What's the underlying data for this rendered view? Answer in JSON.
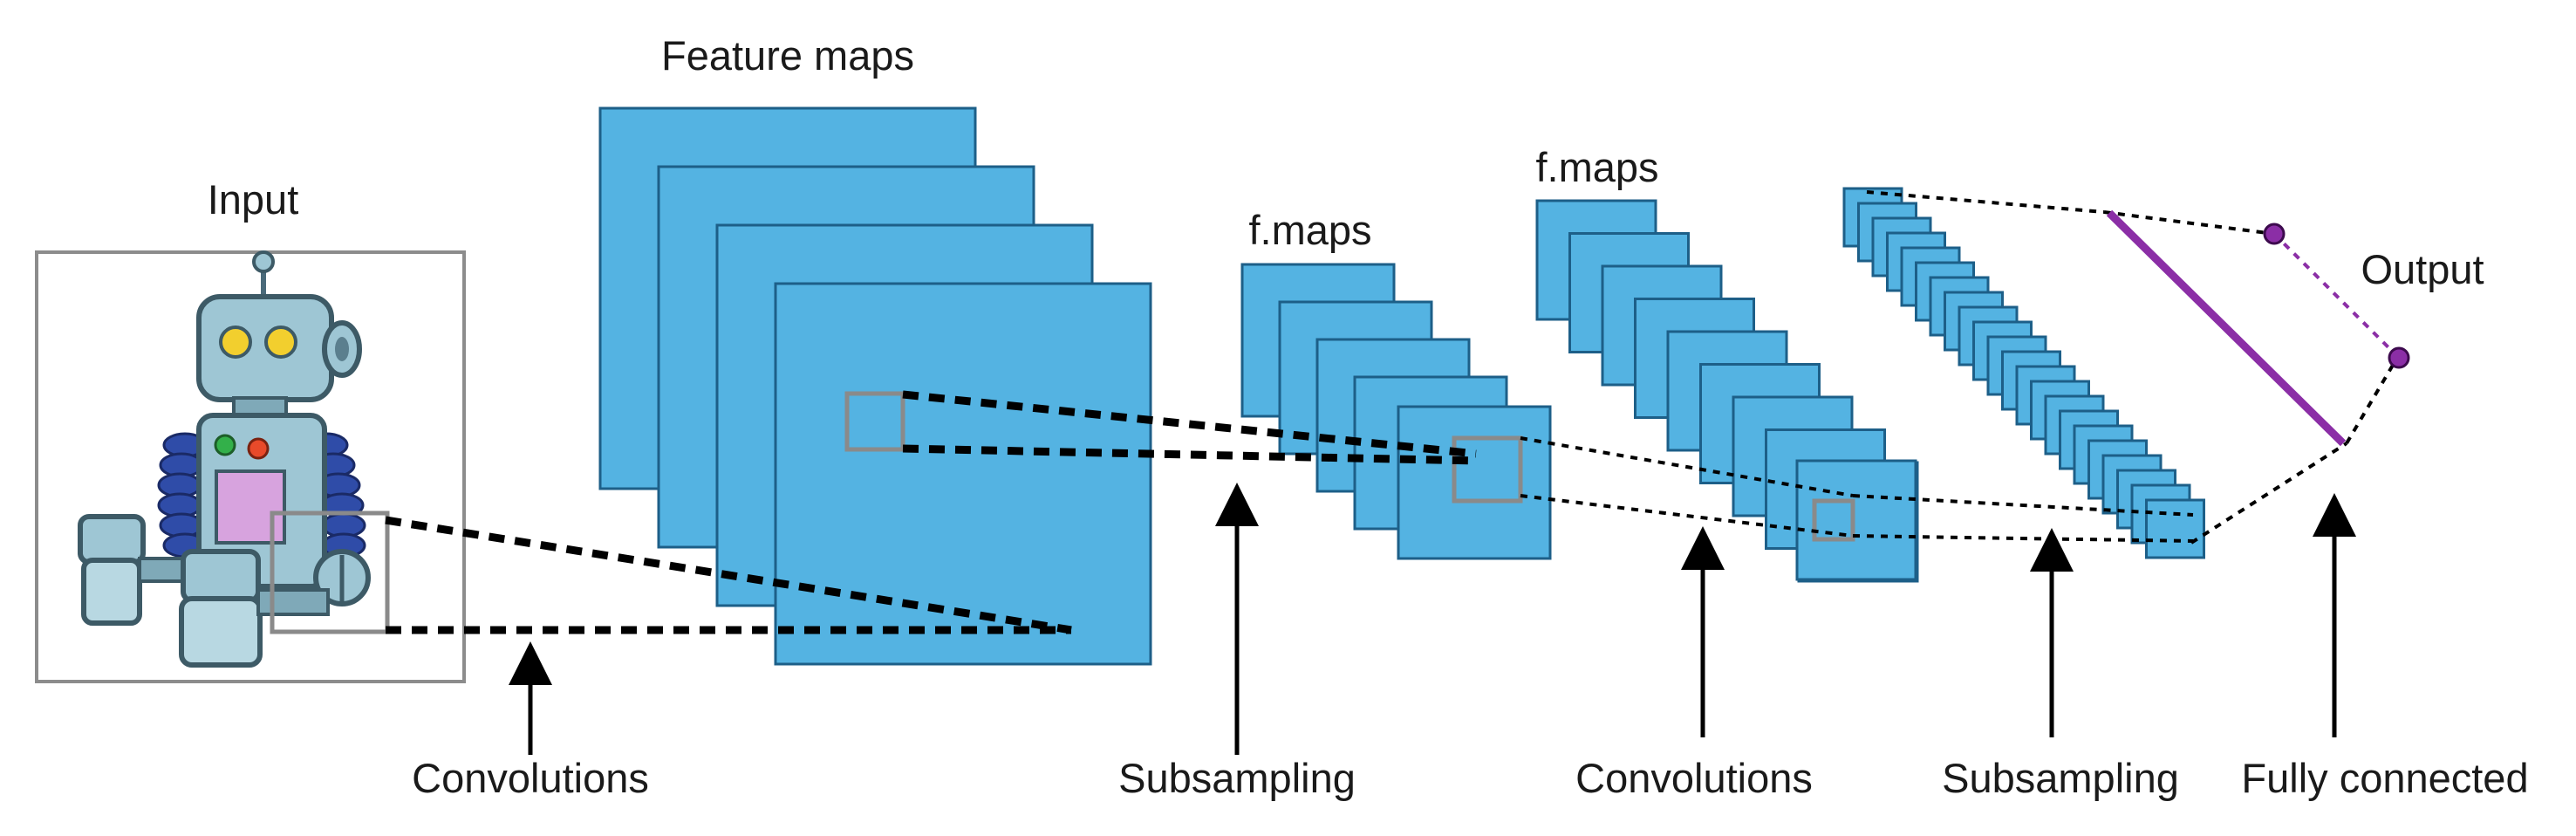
{
  "labels": {
    "input": "Input",
    "feature_maps": "Feature maps",
    "f_maps_1": "f.maps",
    "f_maps_2": "f.maps",
    "output": "Output",
    "convolutions_1": "Convolutions",
    "subsampling_1": "Subsampling",
    "convolutions_2": "Convolutions",
    "subsampling_2": "Subsampling",
    "fully_connected": "Fully connected"
  },
  "colors": {
    "feature_map_fill": "#54b3e2",
    "feature_map_stroke": "#1d5f88",
    "output_purple": "#8b2ea6",
    "window_gray": "#8a8a8a"
  }
}
